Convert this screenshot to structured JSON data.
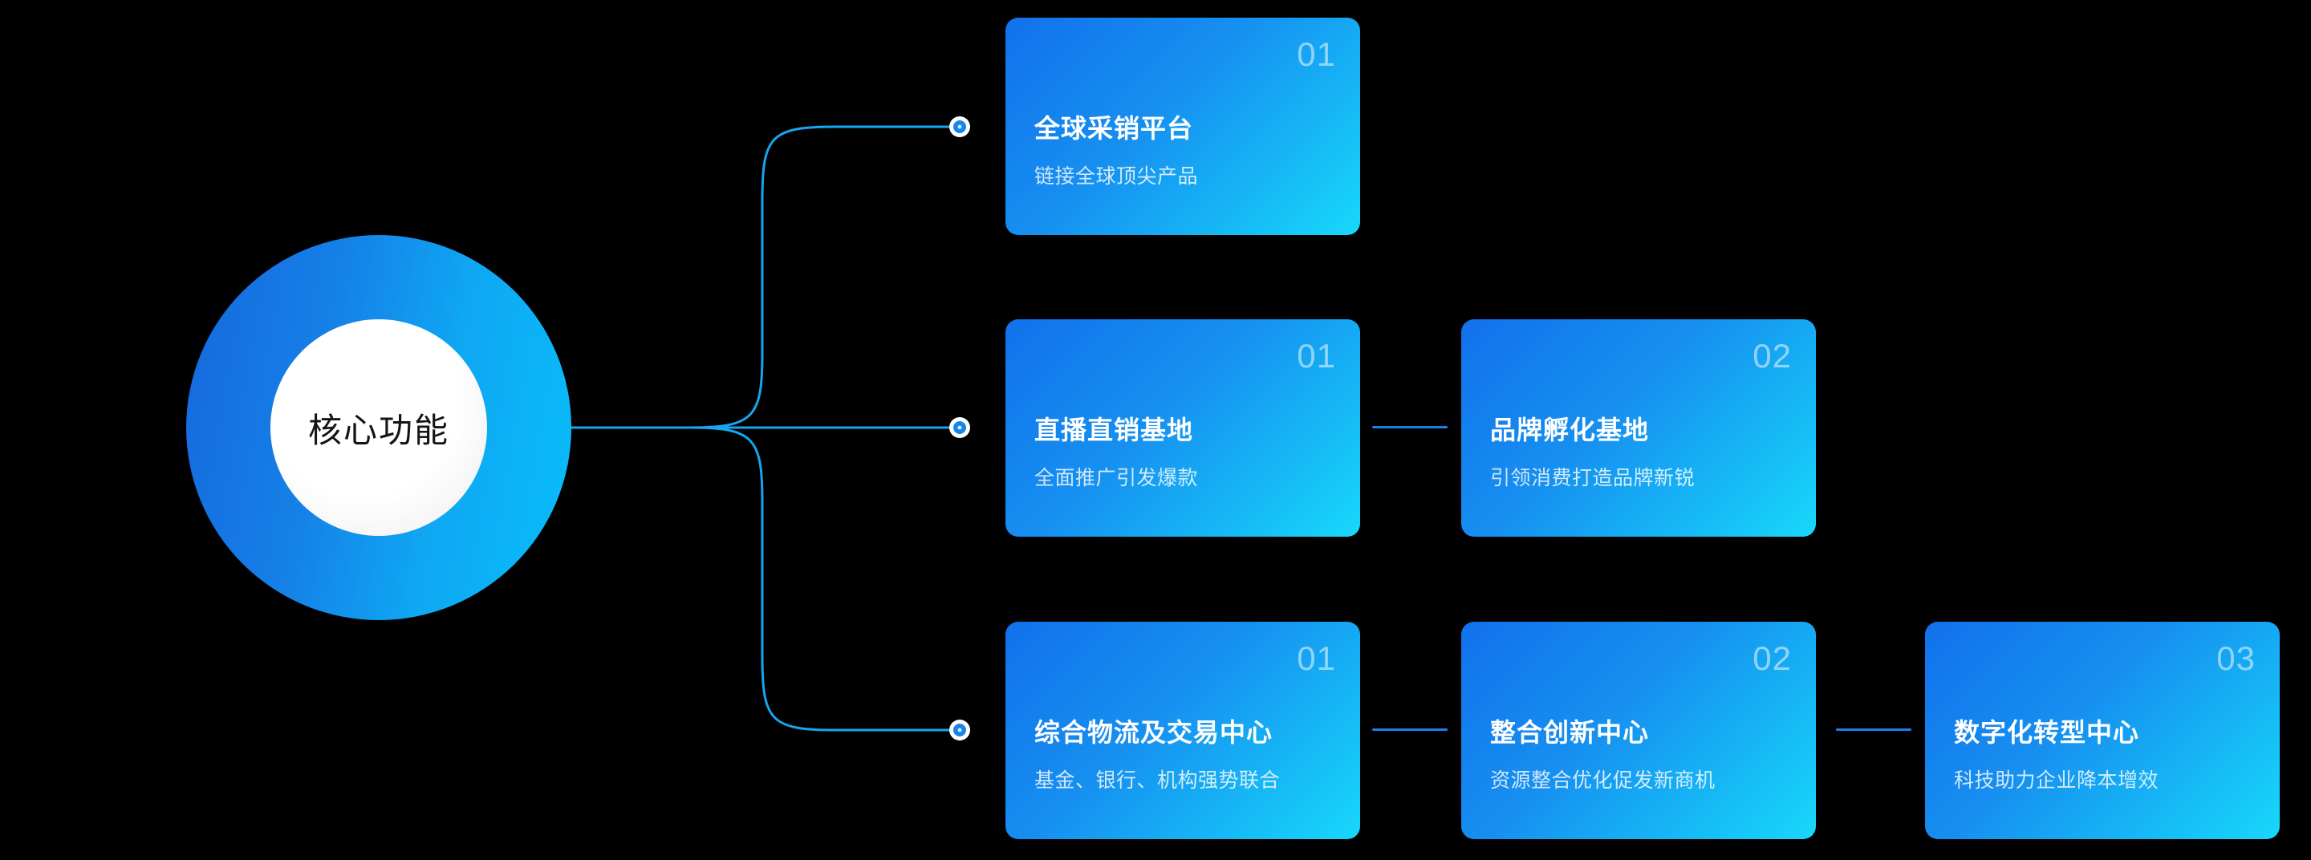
{
  "hub": {
    "label": "核心功能",
    "colors": {
      "outer_start": "#1668DC",
      "outer_end": "#08BEFB",
      "inner": "#FFFFFF",
      "label_color": "#141414"
    }
  },
  "connectors": {
    "node_ring_color": "#FFFFFF",
    "node_fill_color": "#1886E8",
    "wire_color": "#16A6F0",
    "link_bar_color": "#1E7FE8"
  },
  "rows": [
    {
      "id": "row-1",
      "cards": [
        {
          "number": "01",
          "title": "全球采销平台",
          "subtitle": "链接全球顶尖产品"
        }
      ]
    },
    {
      "id": "row-2",
      "cards": [
        {
          "number": "01",
          "title": "直播直销基地",
          "subtitle": "全面推广引发爆款"
        },
        {
          "number": "02",
          "title": "品牌孵化基地",
          "subtitle": "引领消费打造品牌新锐"
        }
      ]
    },
    {
      "id": "row-3",
      "cards": [
        {
          "number": "01",
          "title": "综合物流及交易中心",
          "subtitle": "基金、银行、机构强势联合"
        },
        {
          "number": "02",
          "title": "整合创新中心",
          "subtitle": "资源整合优化促发新商机"
        },
        {
          "number": "03",
          "title": "数字化转型中心",
          "subtitle": "科技助力企业降本增效"
        }
      ]
    }
  ],
  "card_style": {
    "gradient_start": "#1271EC",
    "gradient_end": "#18D8FA",
    "title_color": "#FFFFFF",
    "subtitle_color": "rgba(255,255,255,0.80)",
    "number_color": "rgba(255,255,255,0.52)"
  },
  "background": "#000000"
}
